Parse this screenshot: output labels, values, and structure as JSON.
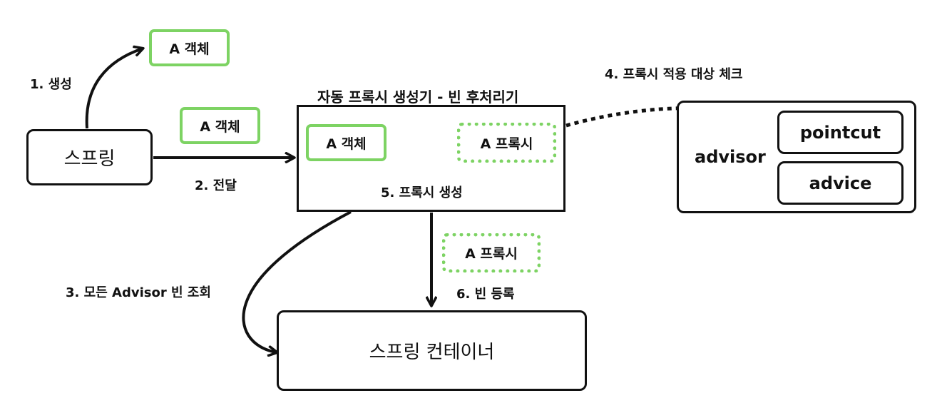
{
  "spring": "스프링",
  "container": "스프링 컨테이너",
  "obj_label": "A 객체",
  "proxy_label": "A 프록시",
  "creator_title": "자동 프록시 생성기 - 빈 후처리기",
  "advisor": {
    "title": "advisor",
    "pointcut": "pointcut",
    "advice": "advice"
  },
  "steps": {
    "s1": "1. 생성",
    "s2": "2. 전달",
    "s3": "3. 모든 Advisor 빈 조회",
    "s4": "4. 프록시 적용 대상 체크",
    "s5": "5. 프록시 생성",
    "s6": "6. 빈 등록"
  },
  "colors": {
    "object_border": "#7dd363",
    "line": "#111111"
  }
}
